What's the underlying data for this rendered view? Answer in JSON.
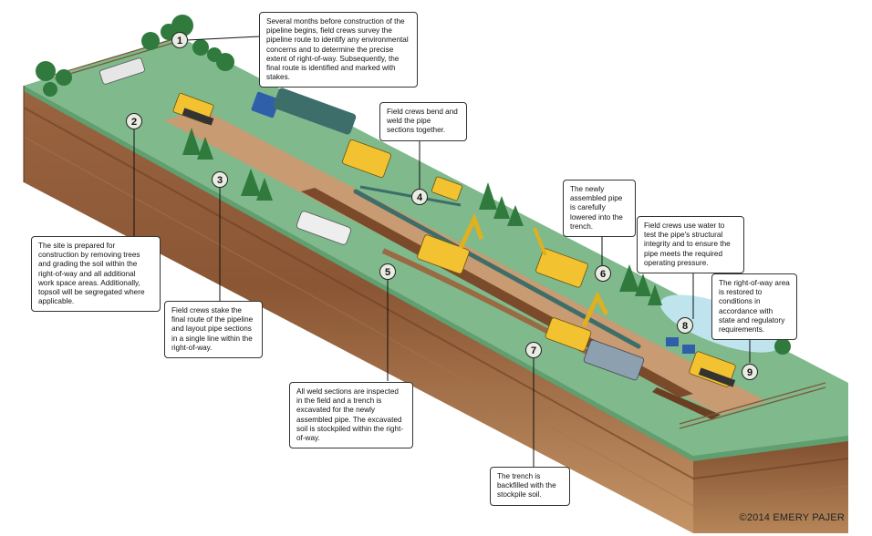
{
  "steps": [
    {
      "number": "1",
      "text": "Several months before construction of the pipeline begins, field crews survey the pipeline route to identify any environmental concerns and to determine the precise extent of right-of-way. Subsequently, the final route is identified and marked with stakes."
    },
    {
      "number": "2",
      "text": "The site is prepared for construction by removing trees and grading the soil within the right-of-way and all additional work space areas. Additionally, topsoil will be segregated where applicable."
    },
    {
      "number": "3",
      "text": "Field crews stake the final route of the pipeline and layout pipe sections in a single line within the right-of-way."
    },
    {
      "number": "4",
      "text": "Field crews bend and weld the pipe sections together."
    },
    {
      "number": "5",
      "text": "All weld sections are inspected in the field and a trench is excavated for the newly assembled pipe. The excavated soil is stockpiled within the right-of-way."
    },
    {
      "number": "6",
      "text": "The newly assembled pipe is carefully lowered into the trench."
    },
    {
      "number": "7",
      "text": "The trench is backfilled with the stockpile soil."
    },
    {
      "number": "8",
      "text": "Field crews use water to test the pipe's structural integrity and to ensure the pipe meets the required operating pressure."
    },
    {
      "number": "9",
      "text": "The right-of-way area is restored to conditions in accordance with state and regulatory requirements."
    }
  ],
  "credit": "©2014 EMERY PAJER",
  "colors": {
    "grass": "#7fb98c",
    "grass_dark": "#5f9f70",
    "soil_top": "#b27f55",
    "soil_mid": "#8c5a36",
    "soil_deep": "#b98a5c",
    "dirt_path": "#c89b72",
    "trench": "#7a4a2a",
    "pipe": "#3d6e6a",
    "machine_yellow": "#f2c230",
    "truck_blue": "#2f5fa8",
    "tree": "#2f7a3c",
    "water": "#bfe4ee"
  }
}
